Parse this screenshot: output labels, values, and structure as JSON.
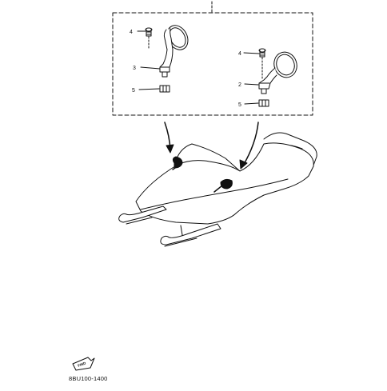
{
  "diagram": {
    "callouts": {
      "screw_left": "4",
      "stay_left": "3",
      "nut_left": "5",
      "screw_right": "4",
      "stay_right": "2",
      "nut_right": "5"
    },
    "find_badge": "FIND",
    "drawing_code": "8BU100-1400"
  }
}
